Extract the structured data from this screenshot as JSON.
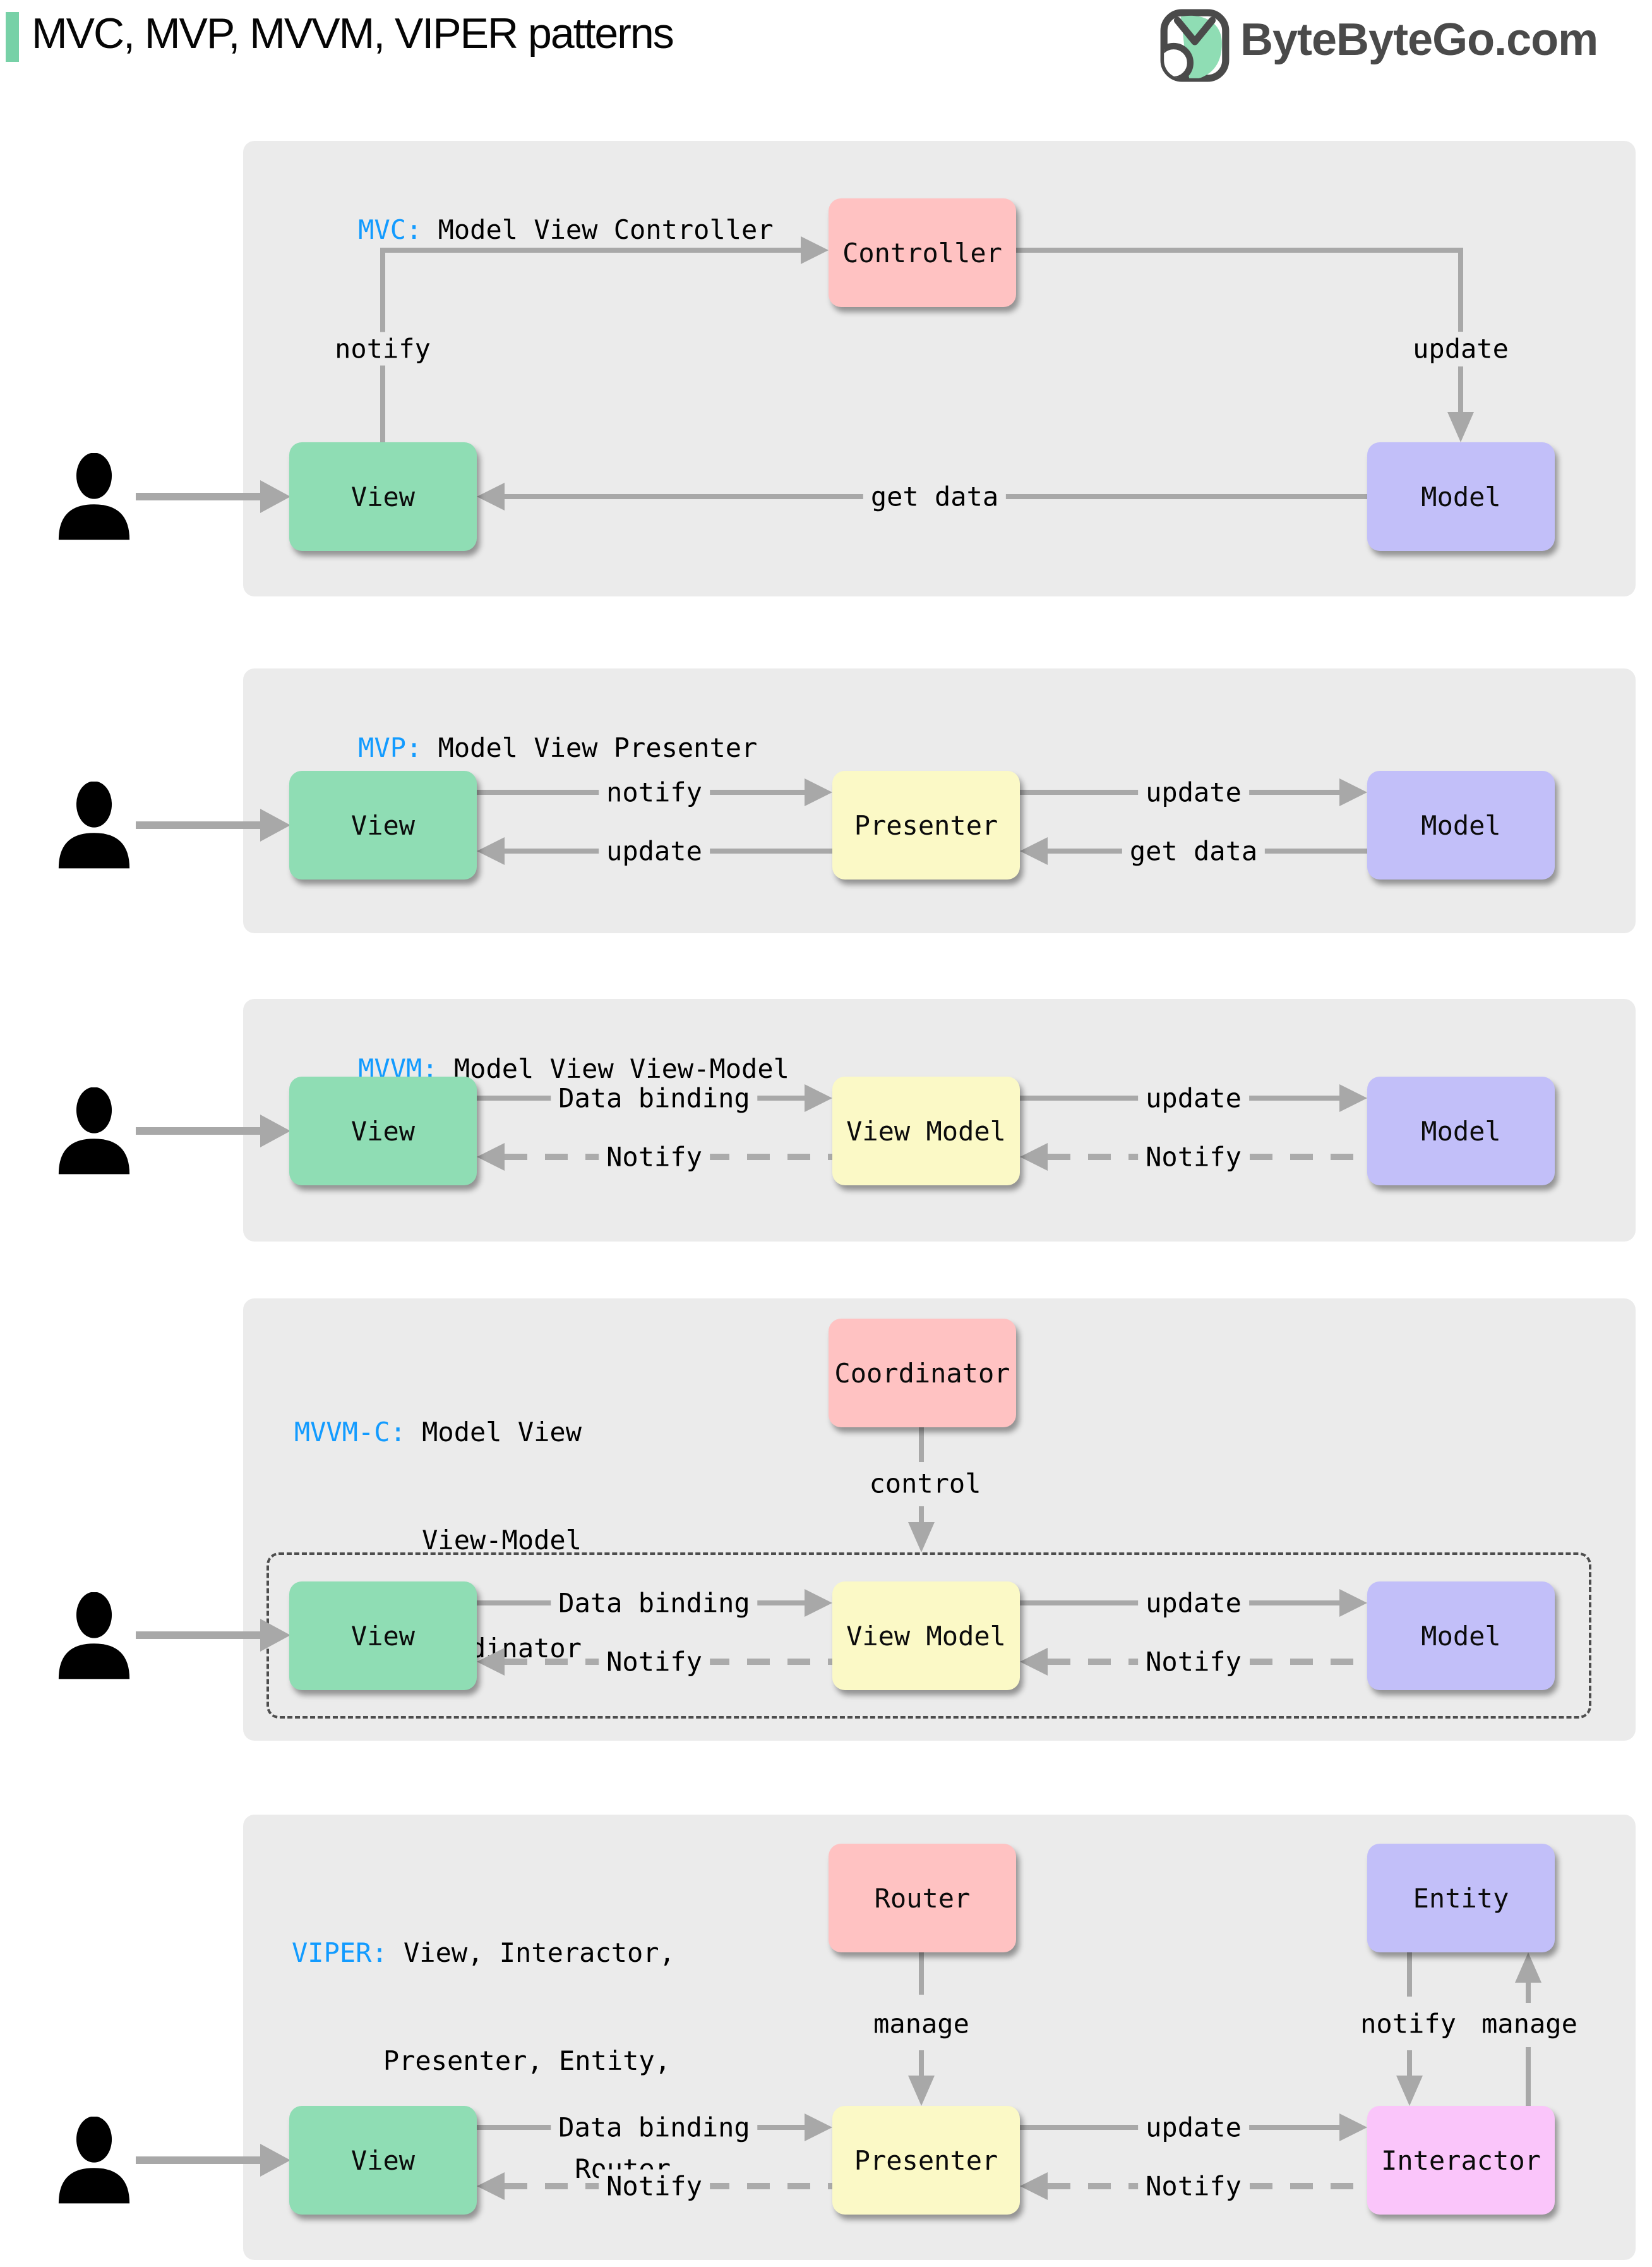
{
  "header": {
    "title": "MVC, MVP, MVVM, VIPER patterns",
    "brand": "ByteByteGo.com"
  },
  "colors": {
    "accent_green": "#77D1A7",
    "panel_gray": "#EBEBEB",
    "box_green": "#8FDDB4",
    "box_pink": "#FFC2C2",
    "box_purple": "#C2BFF9",
    "box_yellow": "#FBF9C6",
    "box_magenta": "#FAC5FA",
    "arrow_gray": "#A8A8A8",
    "label_blue": "#129BFF",
    "brand_dark": "#4A4A4A"
  },
  "sections": {
    "mvc": {
      "label": "MVC:",
      "desc": " Model View Controller",
      "boxes": {
        "controller": "Controller",
        "view": "View",
        "model": "Model"
      },
      "edges": {
        "notify": "notify",
        "update": "update",
        "get_data": "get data"
      }
    },
    "mvp": {
      "label": "MVP:",
      "desc": " Model View Presenter",
      "boxes": {
        "view": "View",
        "presenter": "Presenter",
        "model": "Model"
      },
      "edges": {
        "notify": "notify",
        "update_model": "update",
        "update_view": "update",
        "get_data": "get data"
      }
    },
    "mvvm": {
      "label": "MVVM:",
      "desc": " Model View View-Model",
      "boxes": {
        "view": "View",
        "view_model": "View Model",
        "model": "Model"
      },
      "edges": {
        "data_binding": "Data binding",
        "update": "update",
        "notify_view": "Notify",
        "notify_vm": "Notify"
      }
    },
    "mvvmc": {
      "label": "MVVM-C:",
      "desc_line1": " Model View",
      "desc_line2": "View-Model",
      "desc_line3": "Coordinator",
      "boxes": {
        "coordinator": "Coordinator",
        "view": "View",
        "view_model": "View Model",
        "model": "Model"
      },
      "edges": {
        "control": "control",
        "data_binding": "Data binding",
        "update": "update",
        "notify_view": "Notify",
        "notify_vm": "Notify"
      }
    },
    "viper": {
      "label": "VIPER:",
      "desc_line1": " View, Interactor,",
      "desc_line2": "Presenter, Entity,",
      "desc_line3": "Router",
      "boxes": {
        "router": "Router",
        "entity": "Entity",
        "view": "View",
        "presenter": "Presenter",
        "interactor": "Interactor"
      },
      "edges": {
        "manage_router": "manage",
        "notify_entity": "notify",
        "manage_entity": "manage",
        "data_binding": "Data binding",
        "update": "update",
        "notify_presenter": "Notify",
        "notify_view": "Notify"
      }
    }
  }
}
